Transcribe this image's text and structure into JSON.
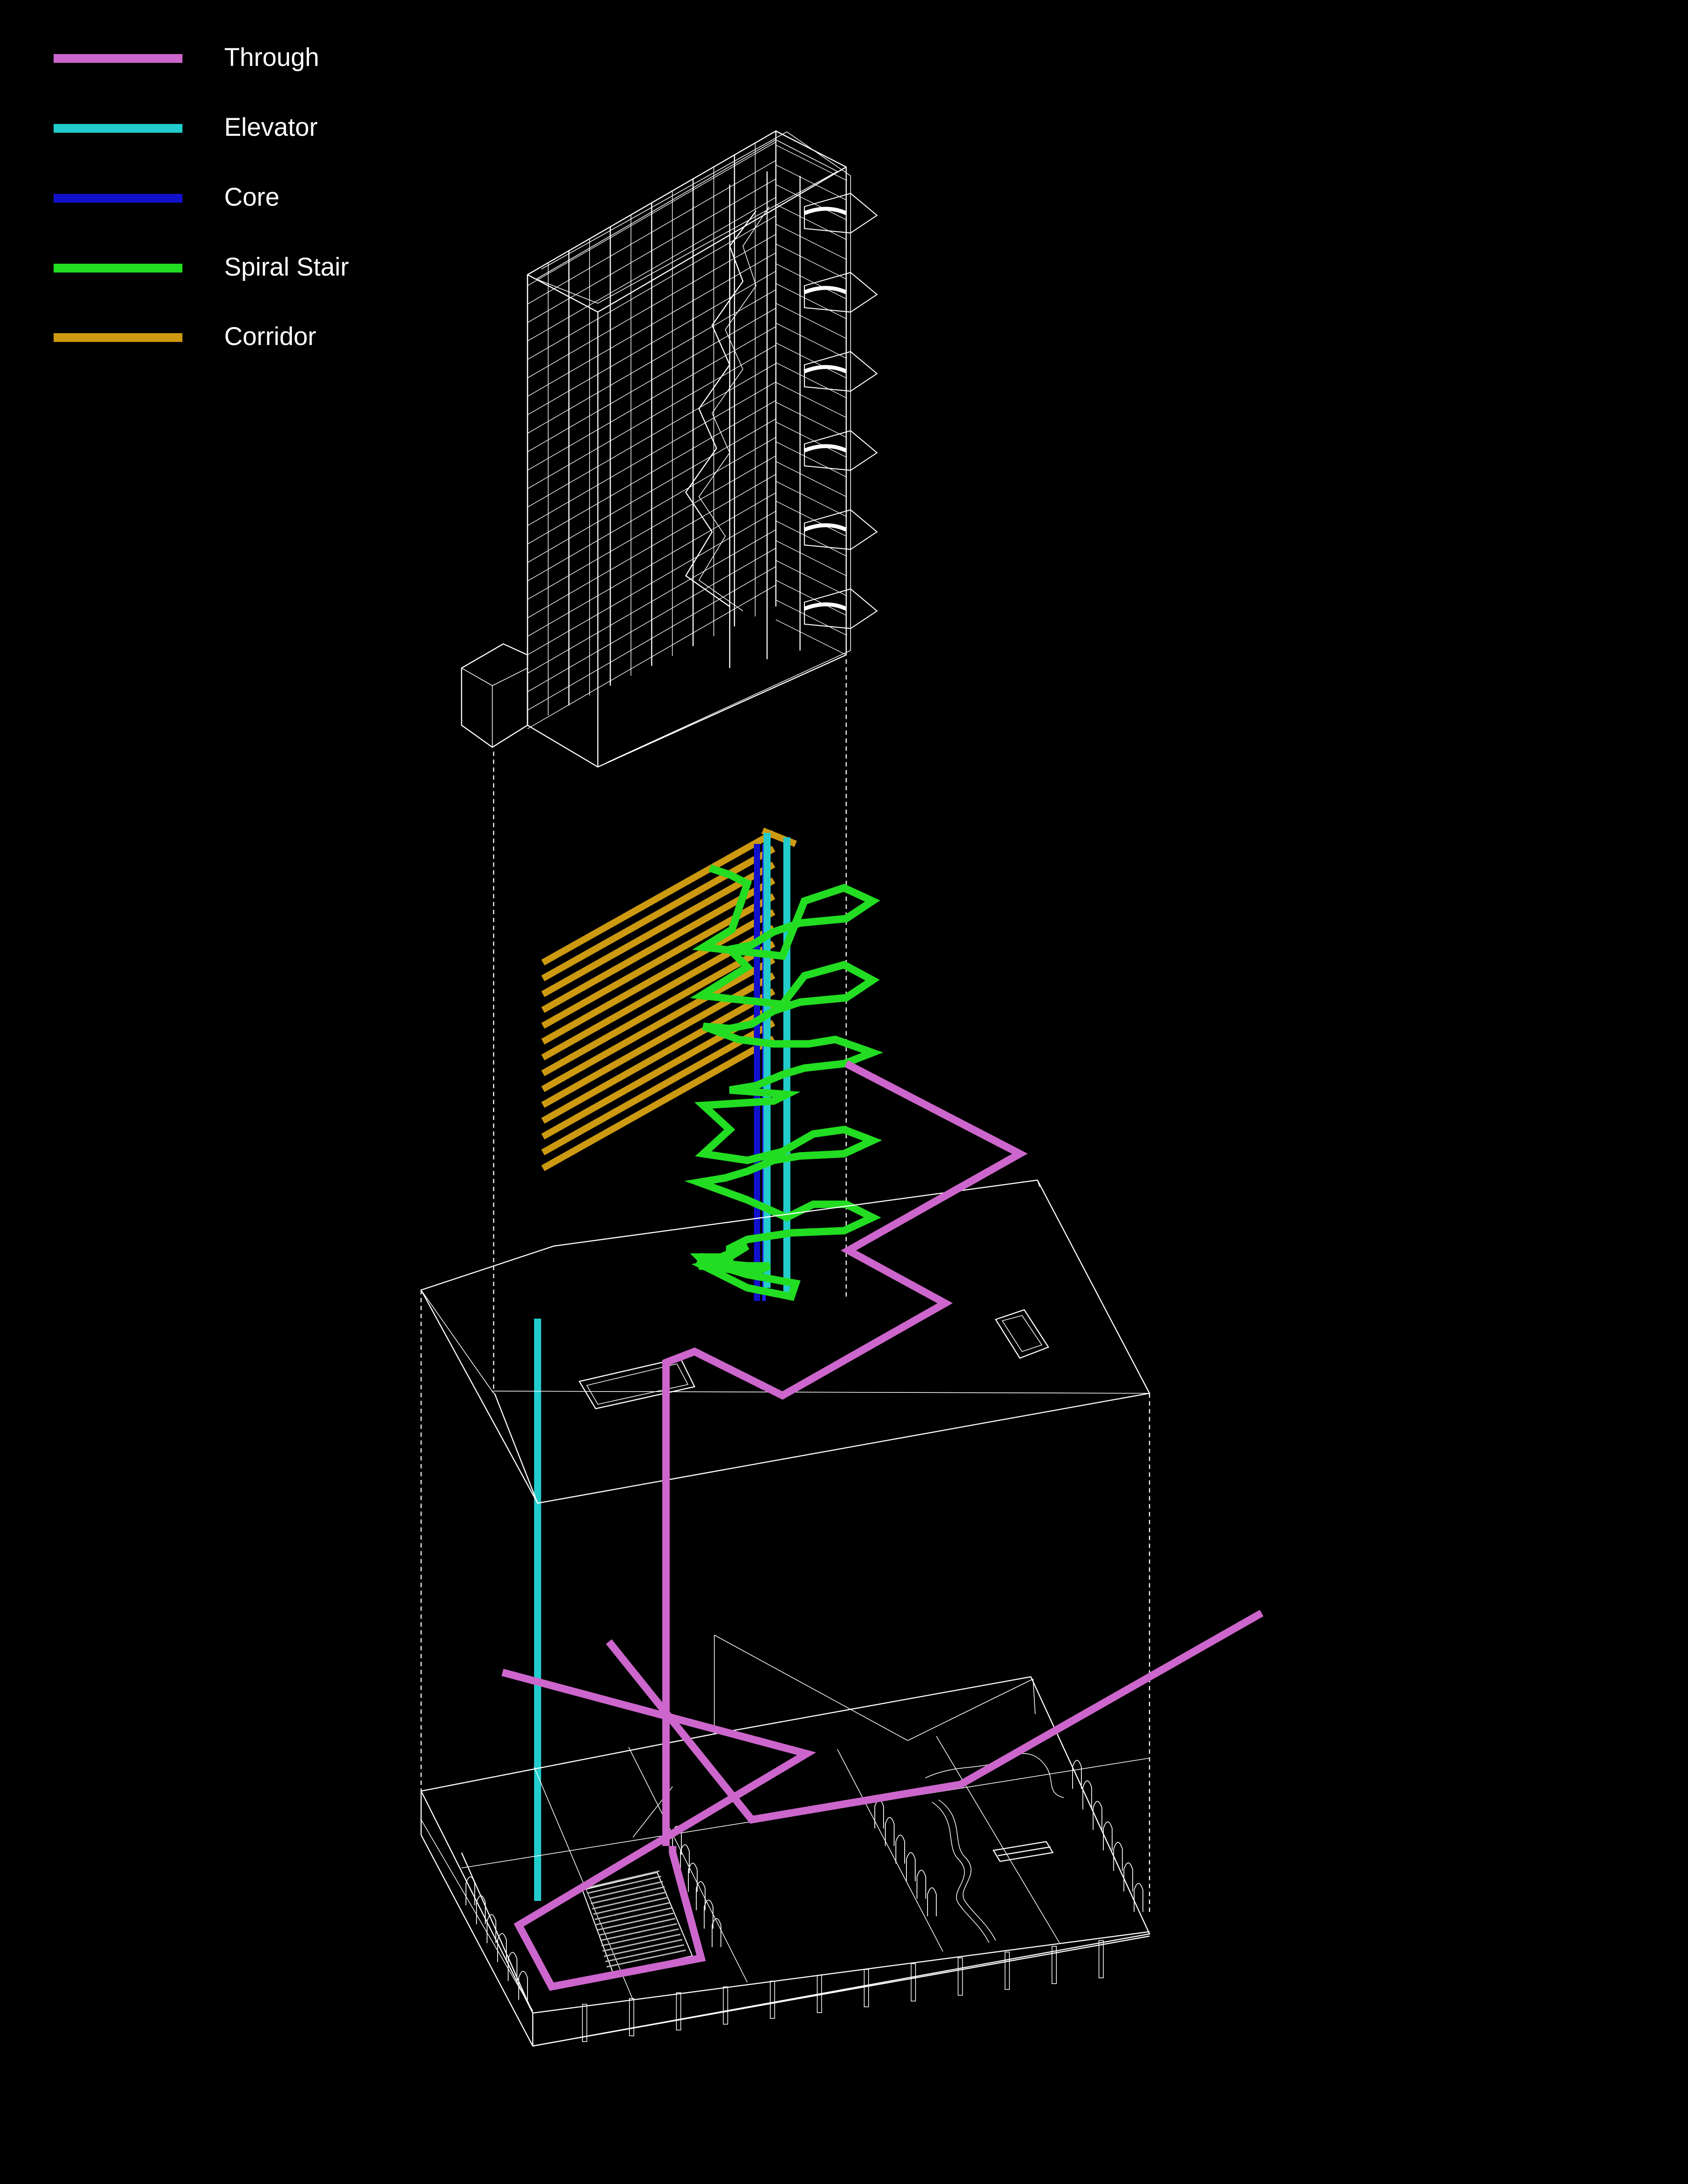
{
  "legend": {
    "items": [
      {
        "key": "through",
        "label": "Through",
        "color": "#cc66cc"
      },
      {
        "key": "elevator",
        "label": "Elevator",
        "color": "#22cccc"
      },
      {
        "key": "core",
        "label": "Core",
        "color": "#1111cc"
      },
      {
        "key": "spiral_stair",
        "label": "Spiral Stair",
        "color": "#22dd22"
      },
      {
        "key": "corridor",
        "label": "Corridor",
        "color": "#cc9911"
      }
    ]
  },
  "colors": {
    "background": "#000000",
    "wireframe": "#ffffff"
  }
}
